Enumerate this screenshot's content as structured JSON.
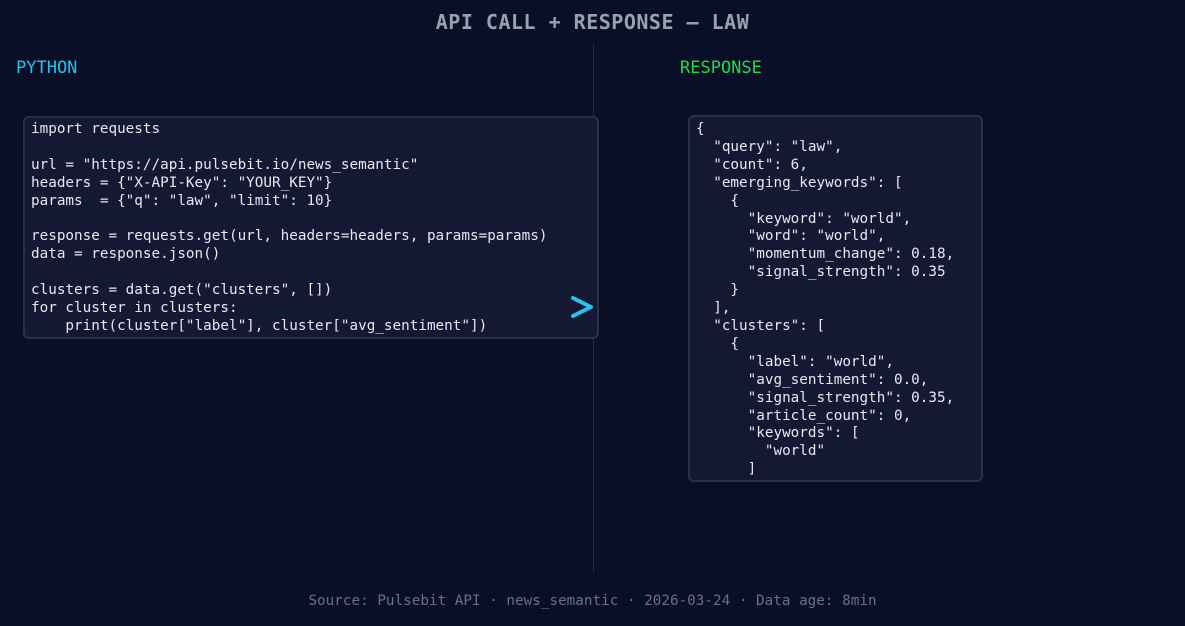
{
  "title": "API CALL + RESPONSE — LAW",
  "python": {
    "label": "PYTHON",
    "code": "import requests\n\nurl = \"https://api.pulsebit.io/news_semantic\"\nheaders = {\"X-API-Key\": \"YOUR_KEY\"}\nparams  = {\"q\": \"law\", \"limit\": 10}\n\nresponse = requests.get(url, headers=headers, params=params)\ndata = response.json()\n\nclusters = data.get(\"clusters\", [])\nfor cluster in clusters:\n    print(cluster[\"label\"], cluster[\"avg_sentiment\"])"
  },
  "response": {
    "label": "RESPONSE",
    "code": "{\n  \"query\": \"law\",\n  \"count\": 6,\n  \"emerging_keywords\": [\n    {\n      \"keyword\": \"world\",\n      \"word\": \"world\",\n      \"momentum_change\": 0.18,\n      \"signal_strength\": 0.35\n    }\n  ],\n  \"clusters\": [\n    {\n      \"label\": \"world\",\n      \"avg_sentiment\": 0.0,\n      \"signal_strength\": 0.35,\n      \"article_count\": 0,\n      \"keywords\": [\n        \"world\"\n      ]"
  },
  "arrow": {
    "icon": "chevron-right-icon",
    "color": "#22c4ee"
  },
  "footer": "Source: Pulsebit API · news_semantic · 2026-03-24 · Data age: 8min",
  "colors": {
    "background": "#0a0e27",
    "panel": "#141833",
    "panel_border": "#2a2f4d",
    "python_accent": "#22c4ee",
    "response_accent": "#1edc4a",
    "title": "#9aa0b0",
    "footer": "#6b7085"
  }
}
